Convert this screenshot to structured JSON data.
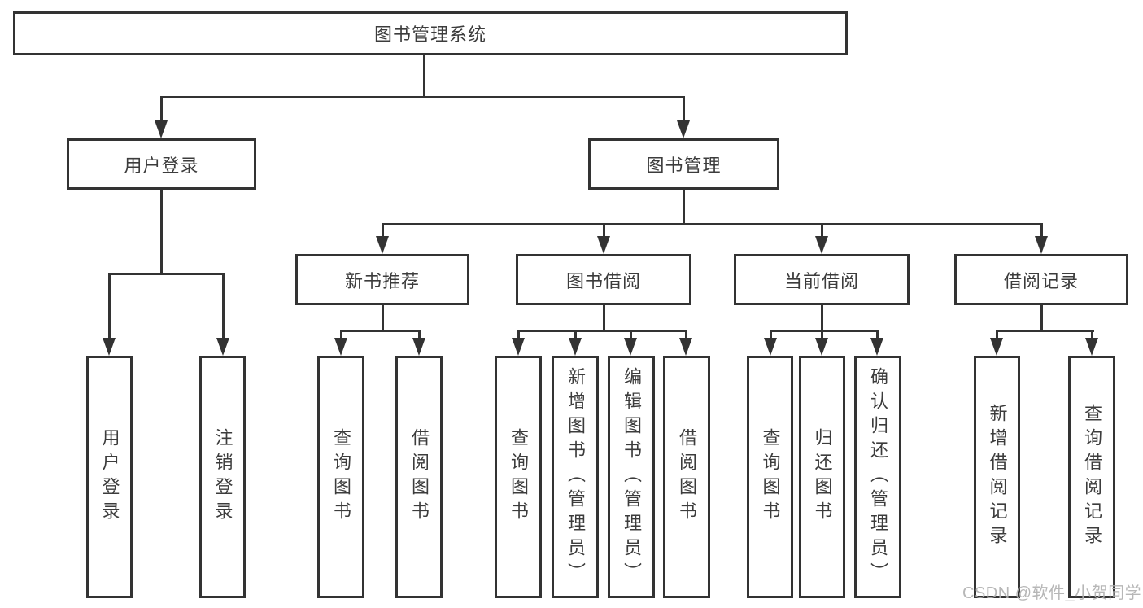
{
  "tree": {
    "root": {
      "label": "图书管理系统"
    },
    "branches": [
      {
        "label": "用户登录",
        "children": [
          {
            "label": "用户登录"
          },
          {
            "label": "注销登录"
          }
        ]
      },
      {
        "label": "图书管理",
        "children": [
          {
            "label": "新书推荐",
            "children": [
              {
                "label": "查询图书"
              },
              {
                "label": "借阅图书"
              }
            ]
          },
          {
            "label": "图书借阅",
            "children": [
              {
                "label": "查询图书"
              },
              {
                "label": "新增图书（管理员）"
              },
              {
                "label": "编辑图书（管理员）"
              },
              {
                "label": "借阅图书"
              }
            ]
          },
          {
            "label": "当前借阅",
            "children": [
              {
                "label": "查询图书"
              },
              {
                "label": "归还图书"
              },
              {
                "label": "确认归还（管理员）"
              }
            ]
          },
          {
            "label": "借阅记录",
            "children": [
              {
                "label": "新增借阅记录"
              },
              {
                "label": "查询借阅记录"
              }
            ]
          }
        ]
      }
    ]
  },
  "watermark": {
    "text": "CSDN @软件_小贺同学"
  },
  "colors": {
    "line": "#333333",
    "text": "#3c3c3c",
    "watermark": "#b0b0b0",
    "background": "#ffffff"
  }
}
